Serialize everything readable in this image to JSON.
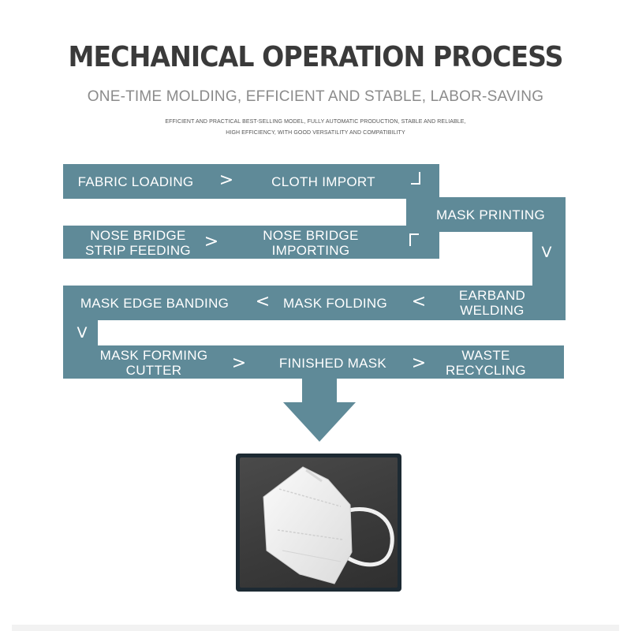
{
  "header": {
    "title": "MECHANICAL OPERATION PROCESS",
    "subtitle": "ONE-TIME MOLDING, EFFICIENT AND STABLE, LABOR-SAVING",
    "desc_line1": "EFFICIENT AND PRACTICAL BEST-SELLING MODEL, FULLY AUTOMATIC PRODUCTION, STABLE AND RELIABLE,",
    "desc_line2": "HIGH EFFICIENCY, WITH GOOD VERSATILITY AND COMPATIBILITY"
  },
  "steps": {
    "fabric_loading": "FABRIC LOADING",
    "cloth_import": "CLOTH IMPORT",
    "mask_printing": "MASK PRINTING",
    "nose_bridge_strip_feeding_1": "NOSE BRIDGE",
    "nose_bridge_strip_feeding_2": "STRIP FEEDING",
    "nose_bridge_importing_1": "NOSE BRIDGE",
    "nose_bridge_importing_2": "IMPORTING",
    "earband_welding_1": "EARBAND",
    "earband_welding_2": "WELDING",
    "mask_folding": "MASK FOLDING",
    "mask_edge_banding": "MASK EDGE BANDING",
    "mask_forming_cutter_1": "MASK FORMING",
    "mask_forming_cutter_2": "CUTTER",
    "finished_mask": "FINISHED MASK",
    "waste_recycling_1": "WASTE",
    "waste_recycling_2": "RECYCLING"
  },
  "symbols": {
    "gt": ">",
    "lt": "<",
    "down": "V"
  },
  "colors": {
    "band": "#5f8a98",
    "title": "#3a3a3a",
    "subtitle": "#8b8b8b"
  }
}
